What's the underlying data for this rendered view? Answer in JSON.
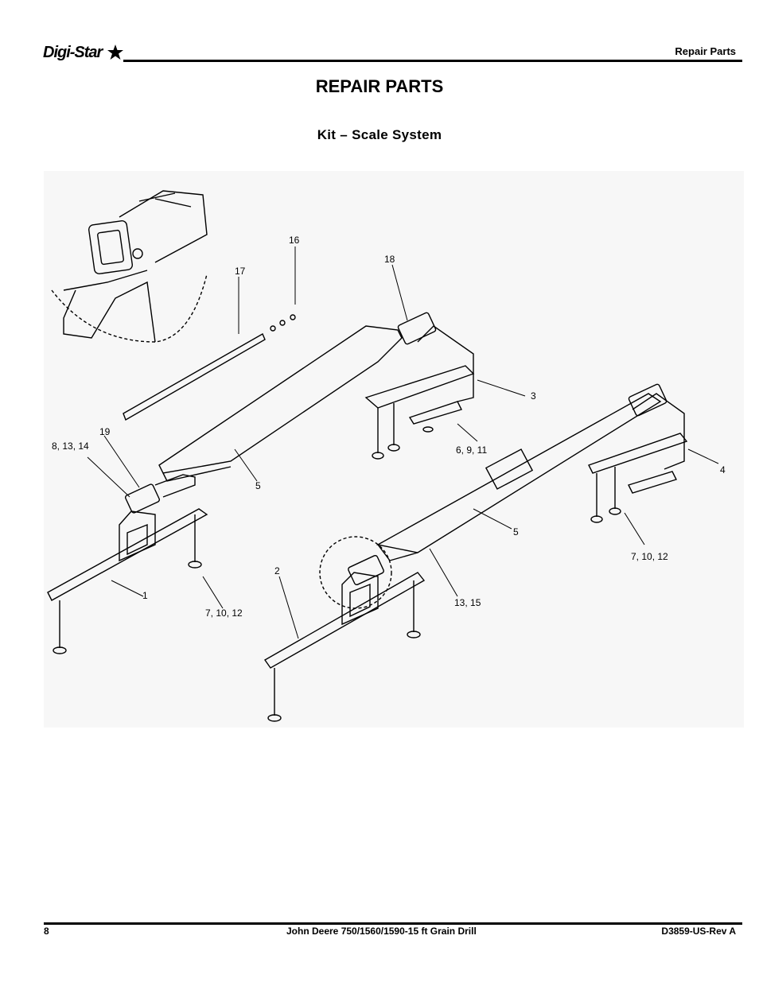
{
  "header": {
    "logo_text": "Digi-Star",
    "section": "Repair Parts"
  },
  "title": "REPAIR PARTS",
  "subtitle": "Kit – Scale System",
  "callouts": [
    "16",
    "17",
    "18",
    "3",
    "19",
    "8, 13, 14",
    "6, 9, 11",
    "5",
    "4",
    "5",
    "7, 10, 12",
    "2",
    "1",
    "13, 15",
    "7, 10, 12"
  ],
  "footer": {
    "page_number": "8",
    "product": "John Deere 750/1560/1590-15 ft Grain Drill",
    "doc_id": "D3859-US-Rev A"
  }
}
